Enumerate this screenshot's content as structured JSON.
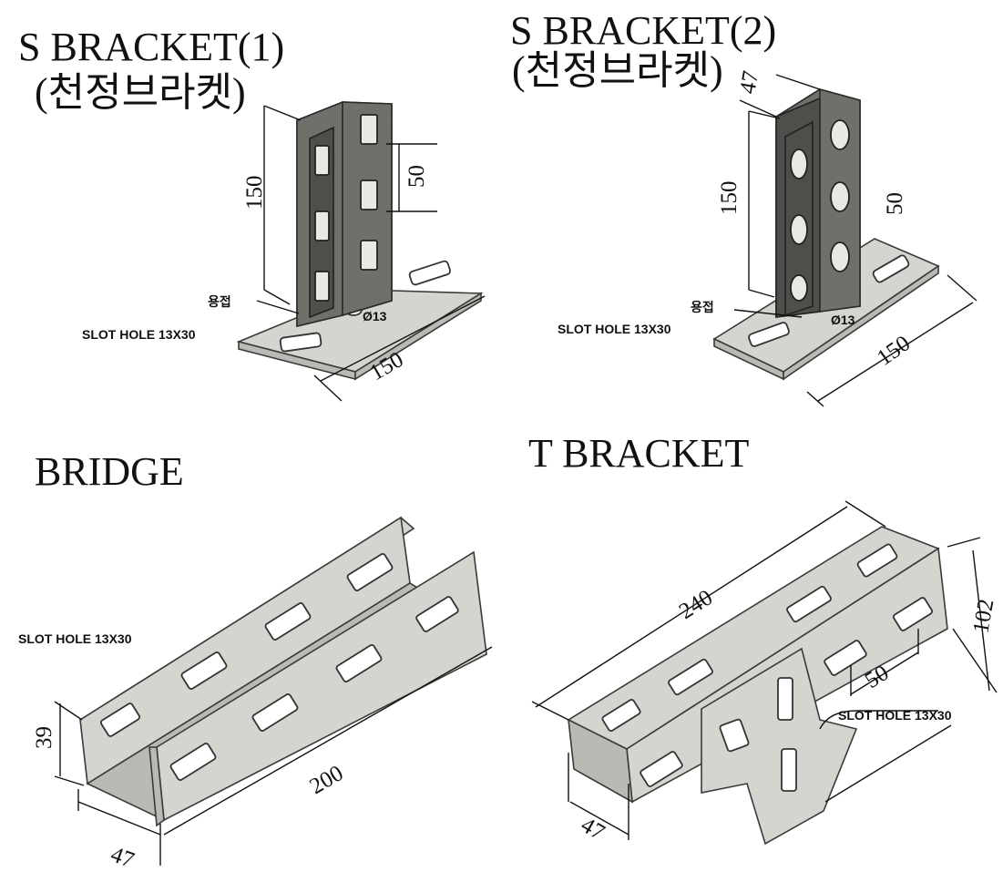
{
  "panels": {
    "s_bracket_1": {
      "title": "S BRACKET(1)",
      "subtitle": "(천정브라켓)",
      "dim_height": "150",
      "dim_pitch": "50",
      "dim_base": "150",
      "weld_label": "용접",
      "slot_label": "SLOT HOLE 13X30",
      "hole_label": "Ø13"
    },
    "s_bracket_2": {
      "title": "S BRACKET(2)",
      "subtitle": "(천정브라켓)",
      "dim_width": "47",
      "dim_height": "150",
      "dim_pitch": "50",
      "dim_base": "150",
      "weld_label": "용접",
      "slot_label": "SLOT HOLE 13X30",
      "hole_label": "Ø13"
    },
    "bridge": {
      "title": "BRIDGE",
      "slot_label": "SLOT HOLE 13X30",
      "dim_height": "39",
      "dim_length": "200",
      "dim_width": "47"
    },
    "t_bracket": {
      "title": "T BRACKET",
      "dim_length": "240",
      "dim_height": "102",
      "dim_pitch": "50",
      "slot_label": "SLOT HOLE 13X30",
      "dim_width": "47"
    }
  }
}
